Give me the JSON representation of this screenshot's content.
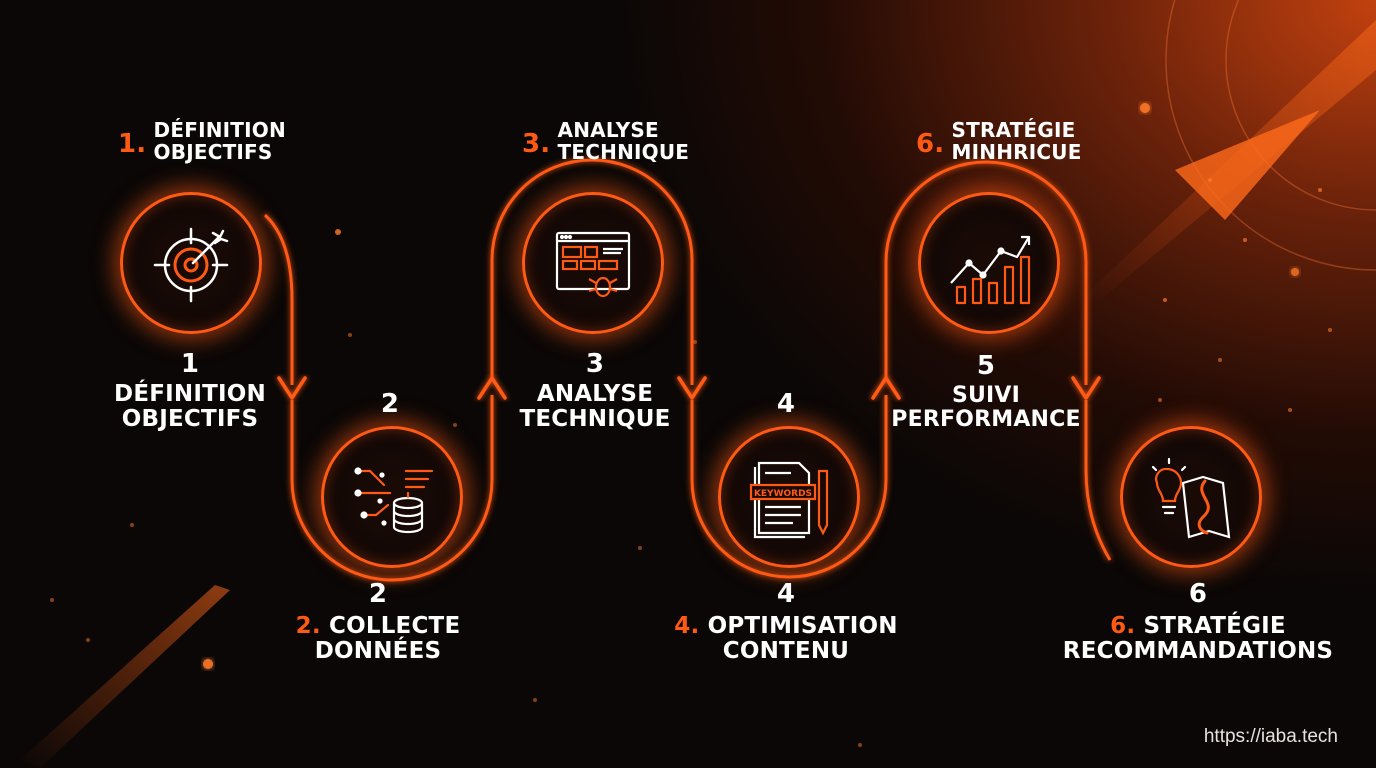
{
  "steps": [
    {
      "top_num": "1.",
      "top_title": "DÉFINITION\nOBJECTIFS",
      "bottom_num": "1",
      "bottom_title": "DÉFINITION\nOBJECTIFS",
      "icon": "target-icon"
    },
    {
      "top_num": "2",
      "bottom_num": "2",
      "bottom_prefix": "2.",
      "bottom_title_line1": "COLLECTE",
      "bottom_title_line2": "DONNÉES",
      "icon": "data-collection-icon"
    },
    {
      "top_num": "3.",
      "top_title": "ANALYSE\nTECHNIQUE",
      "bottom_num": "3",
      "bottom_title": "ANALYSE\nTECHNIQUE",
      "icon": "web-analysis-bug-icon"
    },
    {
      "top_num": "4",
      "bottom_num": "4",
      "bottom_prefix": "4.",
      "bottom_title_line1": "OPTIMISATION",
      "bottom_title_line2": "CONTENU",
      "icon": "keywords-document-icon",
      "icon_label": "KEYWORDS"
    },
    {
      "top_num": "6.",
      "top_title": "STRATÉGIE\nMINHRICUE",
      "bottom_num": "5",
      "bottom_title": "SUIVI\nPERFORMANCE",
      "icon": "growth-chart-icon"
    },
    {
      "top_num": "6",
      "bottom_prefix": "6.",
      "bottom_title_line1": "STRATÉGIE",
      "bottom_title_line2": "RECOMMANDATIONS",
      "icon": "lightbulb-roadmap-icon"
    }
  ],
  "footer": {
    "url": "https://iaba.tech"
  },
  "colors": {
    "accent": "#ff5a14",
    "background": "#0a0706",
    "text": "#ffffff"
  }
}
